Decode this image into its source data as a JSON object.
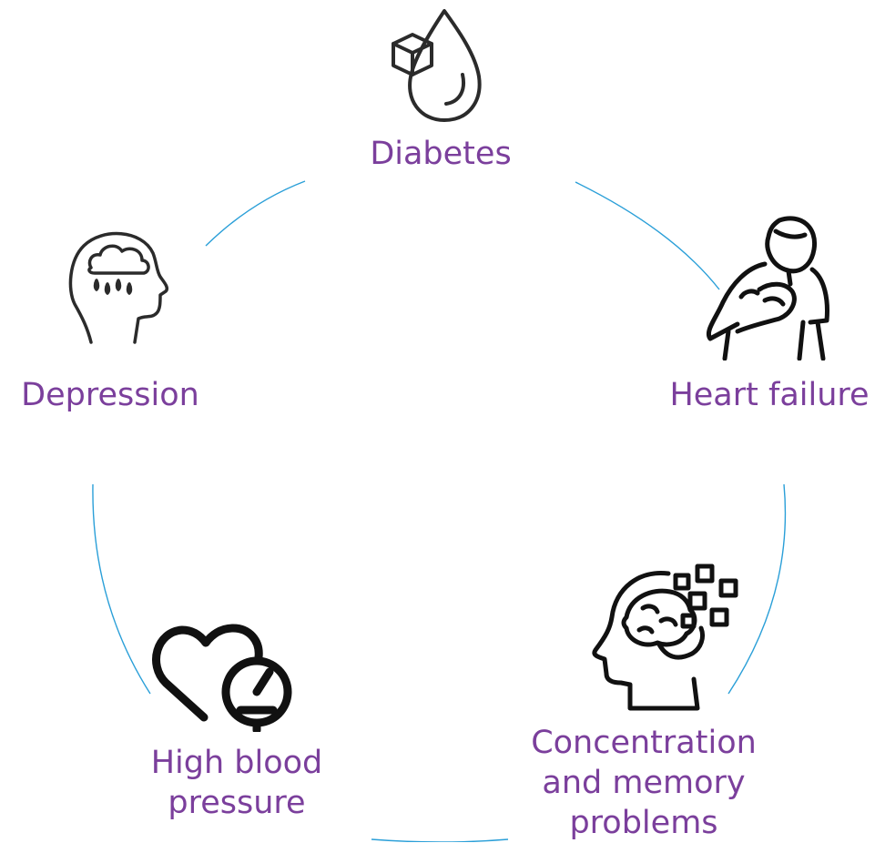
{
  "colors": {
    "label": "#7b3f9c",
    "arc": "#2a9fd8",
    "icon": "#1f1f1f"
  },
  "items": [
    {
      "name": "diabetes",
      "lines": [
        "Diabetes"
      ],
      "icon": "blood-drop-sugar-cube-icon"
    },
    {
      "name": "heart-failure",
      "lines": [
        "Heart failure"
      ],
      "icon": "person-clutching-chest-icon"
    },
    {
      "name": "concentration",
      "lines": [
        "Concentration",
        "and memory",
        "problems"
      ],
      "icon": "head-brain-dissolving-icon"
    },
    {
      "name": "high-blood-pressure",
      "lines": [
        "High blood",
        "pressure"
      ],
      "icon": "heart-pressure-gauge-icon"
    },
    {
      "name": "depression",
      "lines": [
        "Depression"
      ],
      "icon": "head-rain-cloud-icon"
    }
  ]
}
